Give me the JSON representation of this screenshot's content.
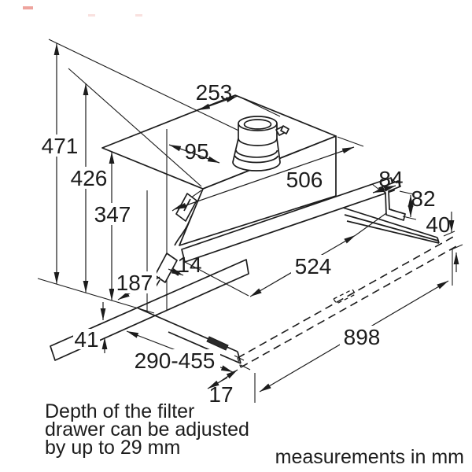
{
  "diagram": {
    "type": "technical-dimension-drawing",
    "subject": "telescopic cooker hood installation dimensions",
    "units_note": "measurements in mm",
    "note_lines": [
      "Depth of the filter",
      "drawer can be adjusted",
      "by up to 29 mm"
    ],
    "dimensions": {
      "total_height": "471",
      "body_height": "426",
      "lower_height": "347",
      "top_depth": "253",
      "duct_offset": "95",
      "top_width": "506",
      "bracket_width": "84",
      "bracket_height": "82",
      "rail_height": "40",
      "front_gap": "14",
      "body_width": "524",
      "drawer_fixed_depth": "187",
      "front_panel_height": "41",
      "drawer_depth_range": "290-455",
      "pullout_offset": "17",
      "overall_width": "898"
    },
    "colors": {
      "line": "#1c1c1c",
      "background": "#ffffff",
      "watermark_red": "#e05a4e"
    }
  }
}
